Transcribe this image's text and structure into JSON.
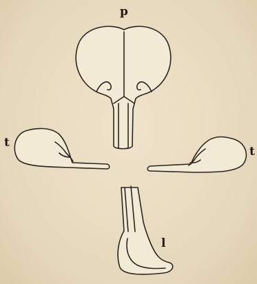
{
  "figure": {
    "labels": {
      "top_petal": "p",
      "left_wing": "t",
      "right_wing": "t",
      "keel": "l"
    }
  }
}
